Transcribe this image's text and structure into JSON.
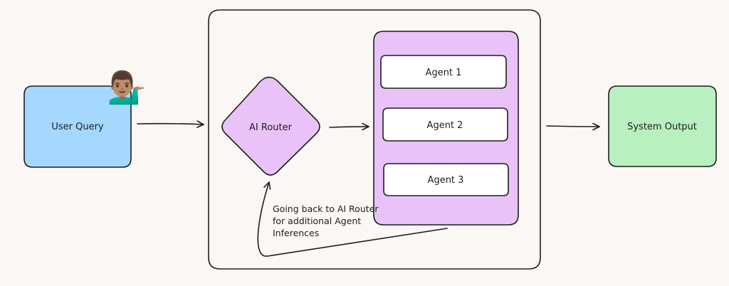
{
  "nodes": {
    "user_query": {
      "label": "User Query",
      "fill": "#a5d8ff"
    },
    "ai_router": {
      "label": "AI Router",
      "fill": "#e9c3f7"
    },
    "agents_panel": {
      "fill": "#e9c3f7"
    },
    "agent_1": {
      "label": "Agent 1",
      "fill": "#ffffff"
    },
    "agent_2": {
      "label": "Agent 2",
      "fill": "#ffffff"
    },
    "agent_3": {
      "label": "Agent 3",
      "fill": "#ffffff"
    },
    "system_output": {
      "label": "System Output",
      "fill": "#b8f0c0"
    }
  },
  "user_icon": {
    "name": "person-tipping-hand-icon",
    "glyph": "💁🏽‍♂️"
  },
  "feedback_note": {
    "lines": [
      "Going back to AI Router",
      "for additional Agent",
      "Inferences"
    ]
  },
  "colors": {
    "background": "#faf7f4",
    "stroke": "#1e1e1e"
  }
}
